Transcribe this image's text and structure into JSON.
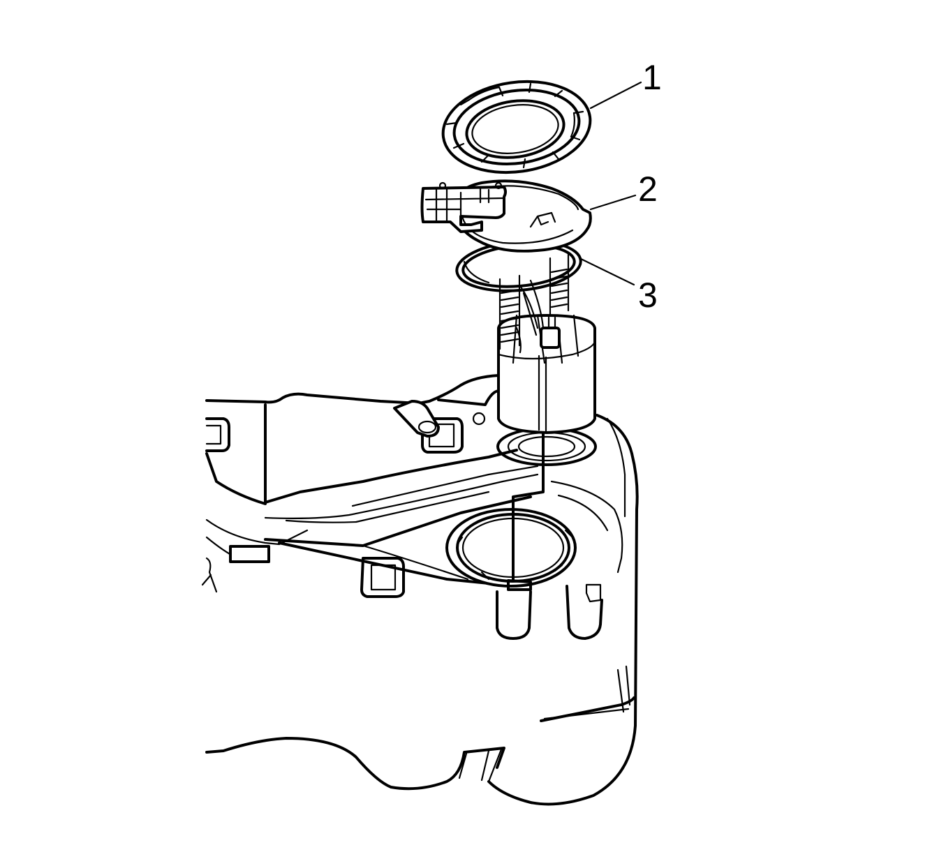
{
  "figure": {
    "background": "#ffffff",
    "line_color": "#000000"
  },
  "callouts": [
    {
      "id": "1",
      "label": "1"
    },
    {
      "id": "2",
      "label": "2"
    },
    {
      "id": "3",
      "label": "3"
    }
  ]
}
